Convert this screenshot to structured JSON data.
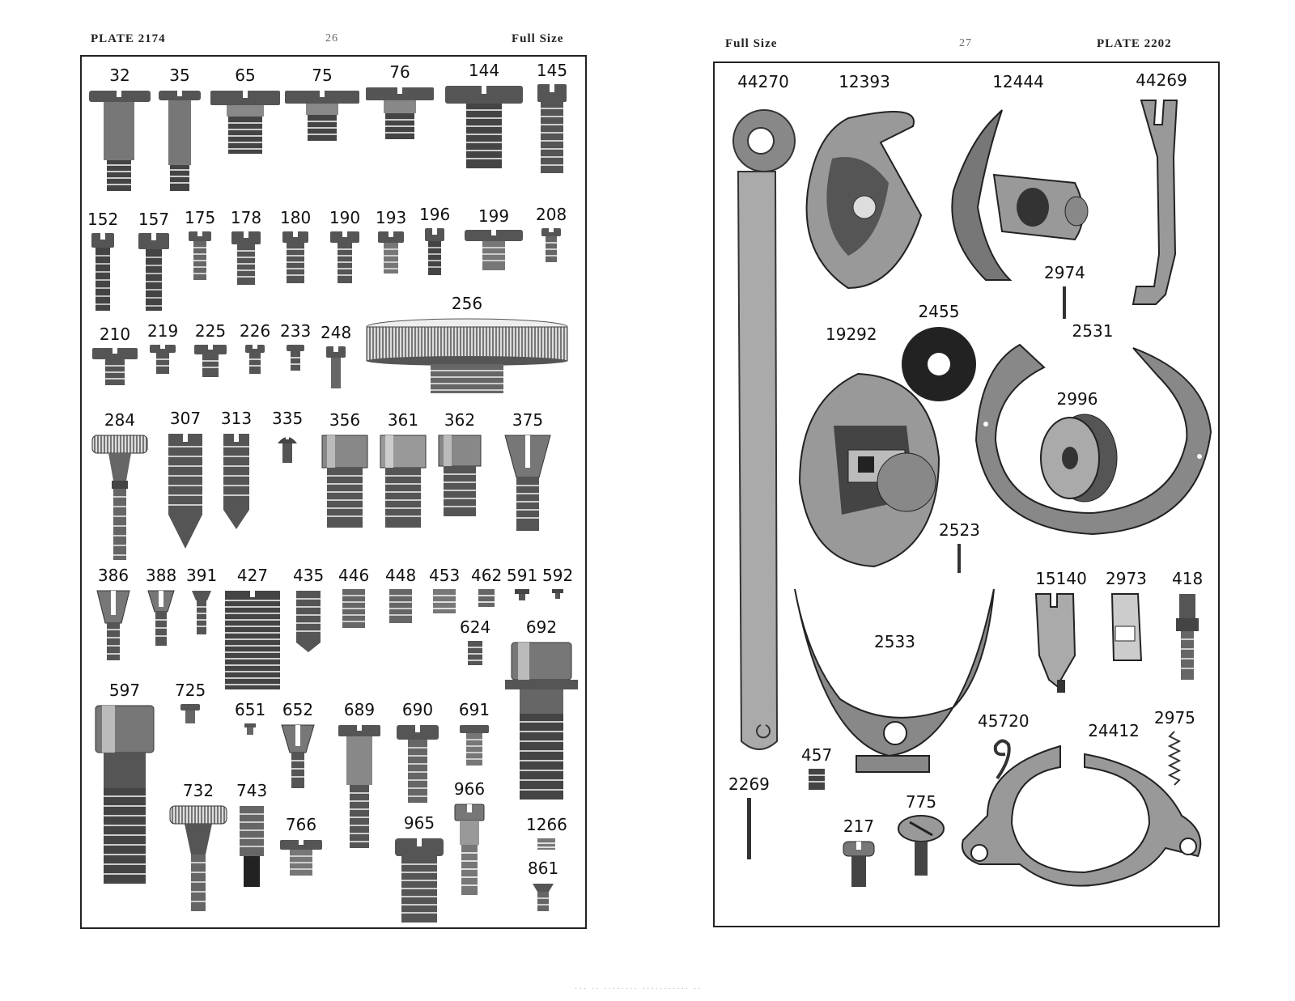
{
  "left_page": {
    "plate": "PLATE 2174",
    "page_number": "26",
    "size_note": "Full Size",
    "parts": [
      "32",
      "35",
      "65",
      "75",
      "76",
      "144",
      "145",
      "152",
      "157",
      "175",
      "178",
      "180",
      "190",
      "193",
      "196",
      "199",
      "208",
      "210",
      "219",
      "225",
      "226",
      "233",
      "248",
      "256",
      "284",
      "307",
      "313",
      "335",
      "356",
      "361",
      "362",
      "375",
      "386",
      "388",
      "391",
      "427",
      "435",
      "446",
      "448",
      "453",
      "462",
      "591",
      "592",
      "624",
      "692",
      "597",
      "725",
      "651",
      "652",
      "689",
      "690",
      "691",
      "732",
      "743",
      "766",
      "965",
      "966",
      "1266",
      "861"
    ]
  },
  "right_page": {
    "plate": "PLATE 2202",
    "page_number": "27",
    "size_note": "Full Size",
    "parts": [
      "44270",
      "12393",
      "12444",
      "44269",
      "2974",
      "2455",
      "19292",
      "2531",
      "2996",
      "2523",
      "15140",
      "2973",
      "418",
      "2533",
      "45720",
      "24412",
      "2975",
      "457",
      "2269",
      "775",
      "217"
    ]
  },
  "icons": [
    "screw-icon",
    "thumb-screw-icon",
    "cap-screw-icon",
    "knurled-nut-icon",
    "bobbin-case-icon",
    "shuttle-hook-icon",
    "bobbin-icon",
    "wrench-icon",
    "spring-icon",
    "pin-icon",
    "washer-icon",
    "plate-bracket-icon"
  ]
}
